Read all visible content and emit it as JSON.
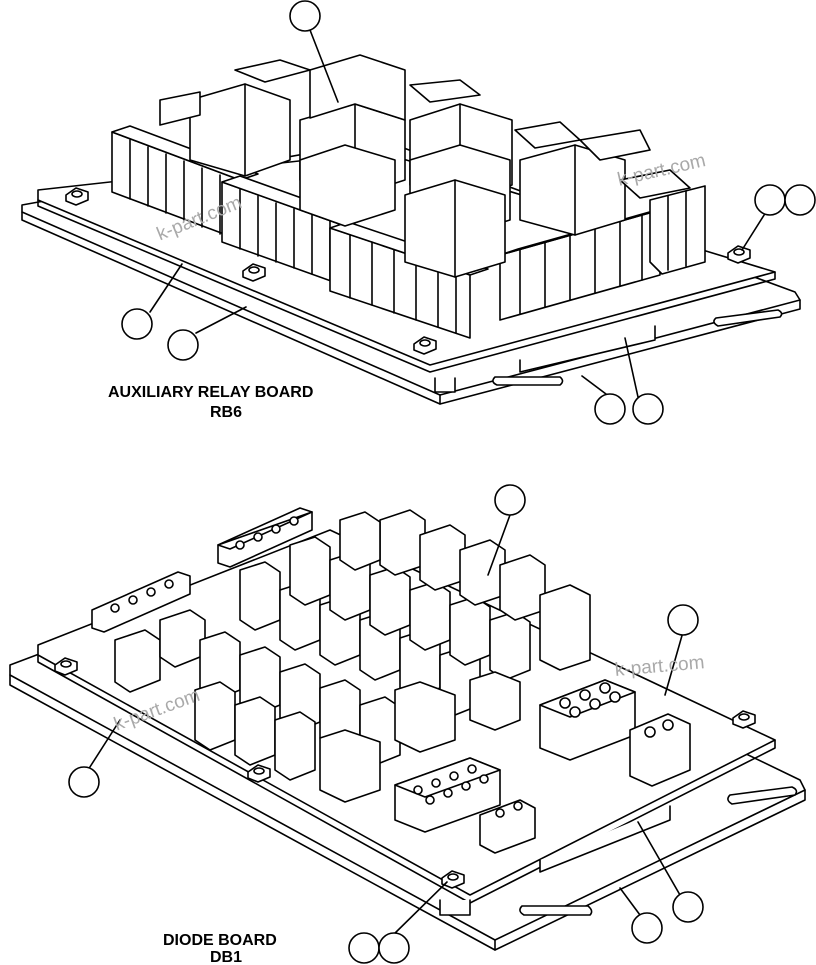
{
  "diagram": {
    "top_assembly": {
      "title": "AUXILIARY RELAY BOARD",
      "code": "RB6"
    },
    "bottom_assembly": {
      "title": "DIODE BOARD",
      "code": "DB1"
    },
    "watermark": "k-part.com"
  },
  "colors": {
    "ink": "#000000",
    "watermark": "#a9a9a9",
    "paper": "#ffffff"
  }
}
